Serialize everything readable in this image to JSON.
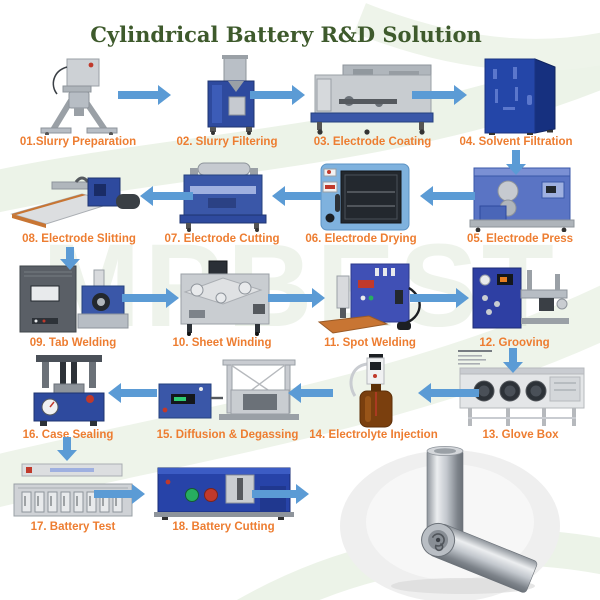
{
  "title": "Cylindrical Battery R&D Solution",
  "watermark": "MPBEST",
  "colors": {
    "title": "#3E5A2C",
    "label": "#ED7D31",
    "arrow": "#5B9BD5"
  },
  "flow_direction": "snake-left-to-right",
  "steps": [
    {
      "num": "01",
      "label": "01.Slurry Preparation",
      "icon": "planetary-mixer"
    },
    {
      "num": "02",
      "label": "02. Slurry Filtering",
      "icon": "slurry-filter"
    },
    {
      "num": "03",
      "label": "03. Electrode Coating",
      "icon": "coating-machine"
    },
    {
      "num": "04",
      "label": "04. Solvent Filtration",
      "icon": "filtration-cabinet"
    },
    {
      "num": "05",
      "label": "05. Electrode Press",
      "icon": "roller-press"
    },
    {
      "num": "06",
      "label": "06. Electrode Drying",
      "icon": "vacuum-drying-oven"
    },
    {
      "num": "07",
      "label": "07. Electrode Cutting",
      "icon": "cutting-machine"
    },
    {
      "num": "08",
      "label": "08. Electrode Slitting",
      "icon": "slitting-machine"
    },
    {
      "num": "09",
      "label": "09. Tab Welding",
      "icon": "ultrasonic-welder"
    },
    {
      "num": "10",
      "label": "10. Sheet Winding",
      "icon": "winding-machine"
    },
    {
      "num": "11",
      "label": "11. Spot Welding",
      "icon": "spot-welder"
    },
    {
      "num": "12",
      "label": "12. Grooving",
      "icon": "grooving-machine"
    },
    {
      "num": "13",
      "label": "13. Glove Box",
      "icon": "glove-box"
    },
    {
      "num": "14",
      "label": "14. Electrolyte Injection",
      "icon": "electrolyte-dispenser"
    },
    {
      "num": "15",
      "label": "15. Diffusion & Degassing",
      "icon": "degassing-machine"
    },
    {
      "num": "16",
      "label": "16. Case Sealing",
      "icon": "sealing-press"
    },
    {
      "num": "17",
      "label": "17. Battery Test",
      "icon": "battery-test-rack"
    },
    {
      "num": "18",
      "label": "18. Battery Cutting",
      "icon": "battery-cutting-machine"
    }
  ],
  "final_product_icon": "cylindrical-battery-cells"
}
